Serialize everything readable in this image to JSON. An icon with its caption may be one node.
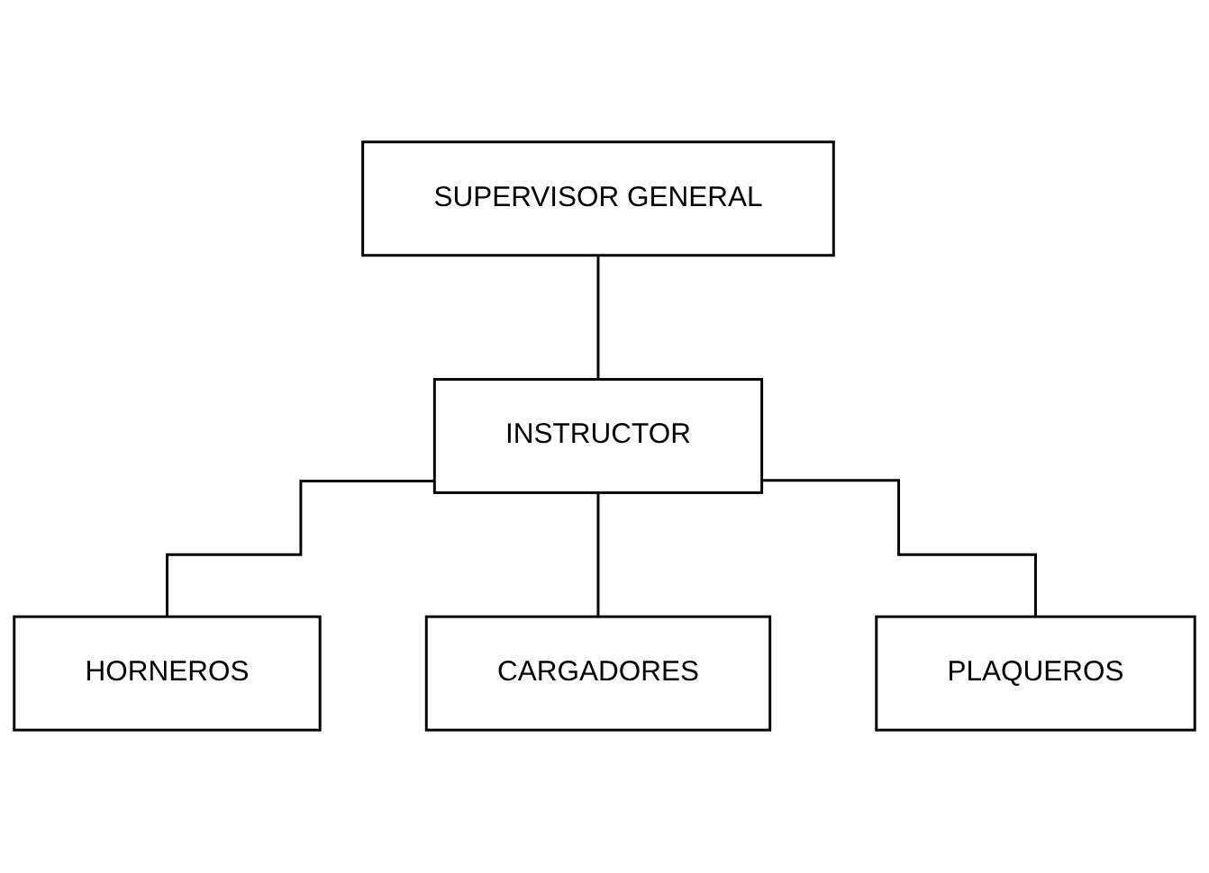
{
  "diagram": {
    "nodes": [
      {
        "text": [
          "SUPERVISOR GENERAL"
        ]
      },
      {
        "text": [
          "INSTRUCTOR"
        ]
      },
      {
        "text": [
          "HORNEROS"
        ]
      },
      {
        "text": [
          "CARGADORES"
        ]
      },
      {
        "text": [
          "PLAQUEROS"
        ]
      }
    ],
    "edges": [
      {
        "from": 0,
        "to": 1,
        "arrow": "none"
      },
      {
        "from": 1,
        "to": 2,
        "arrow": "none"
      },
      {
        "from": 1,
        "to": 3,
        "arrow": "none"
      },
      {
        "from": 1,
        "to": 4,
        "arrow": "none"
      }
    ]
  }
}
